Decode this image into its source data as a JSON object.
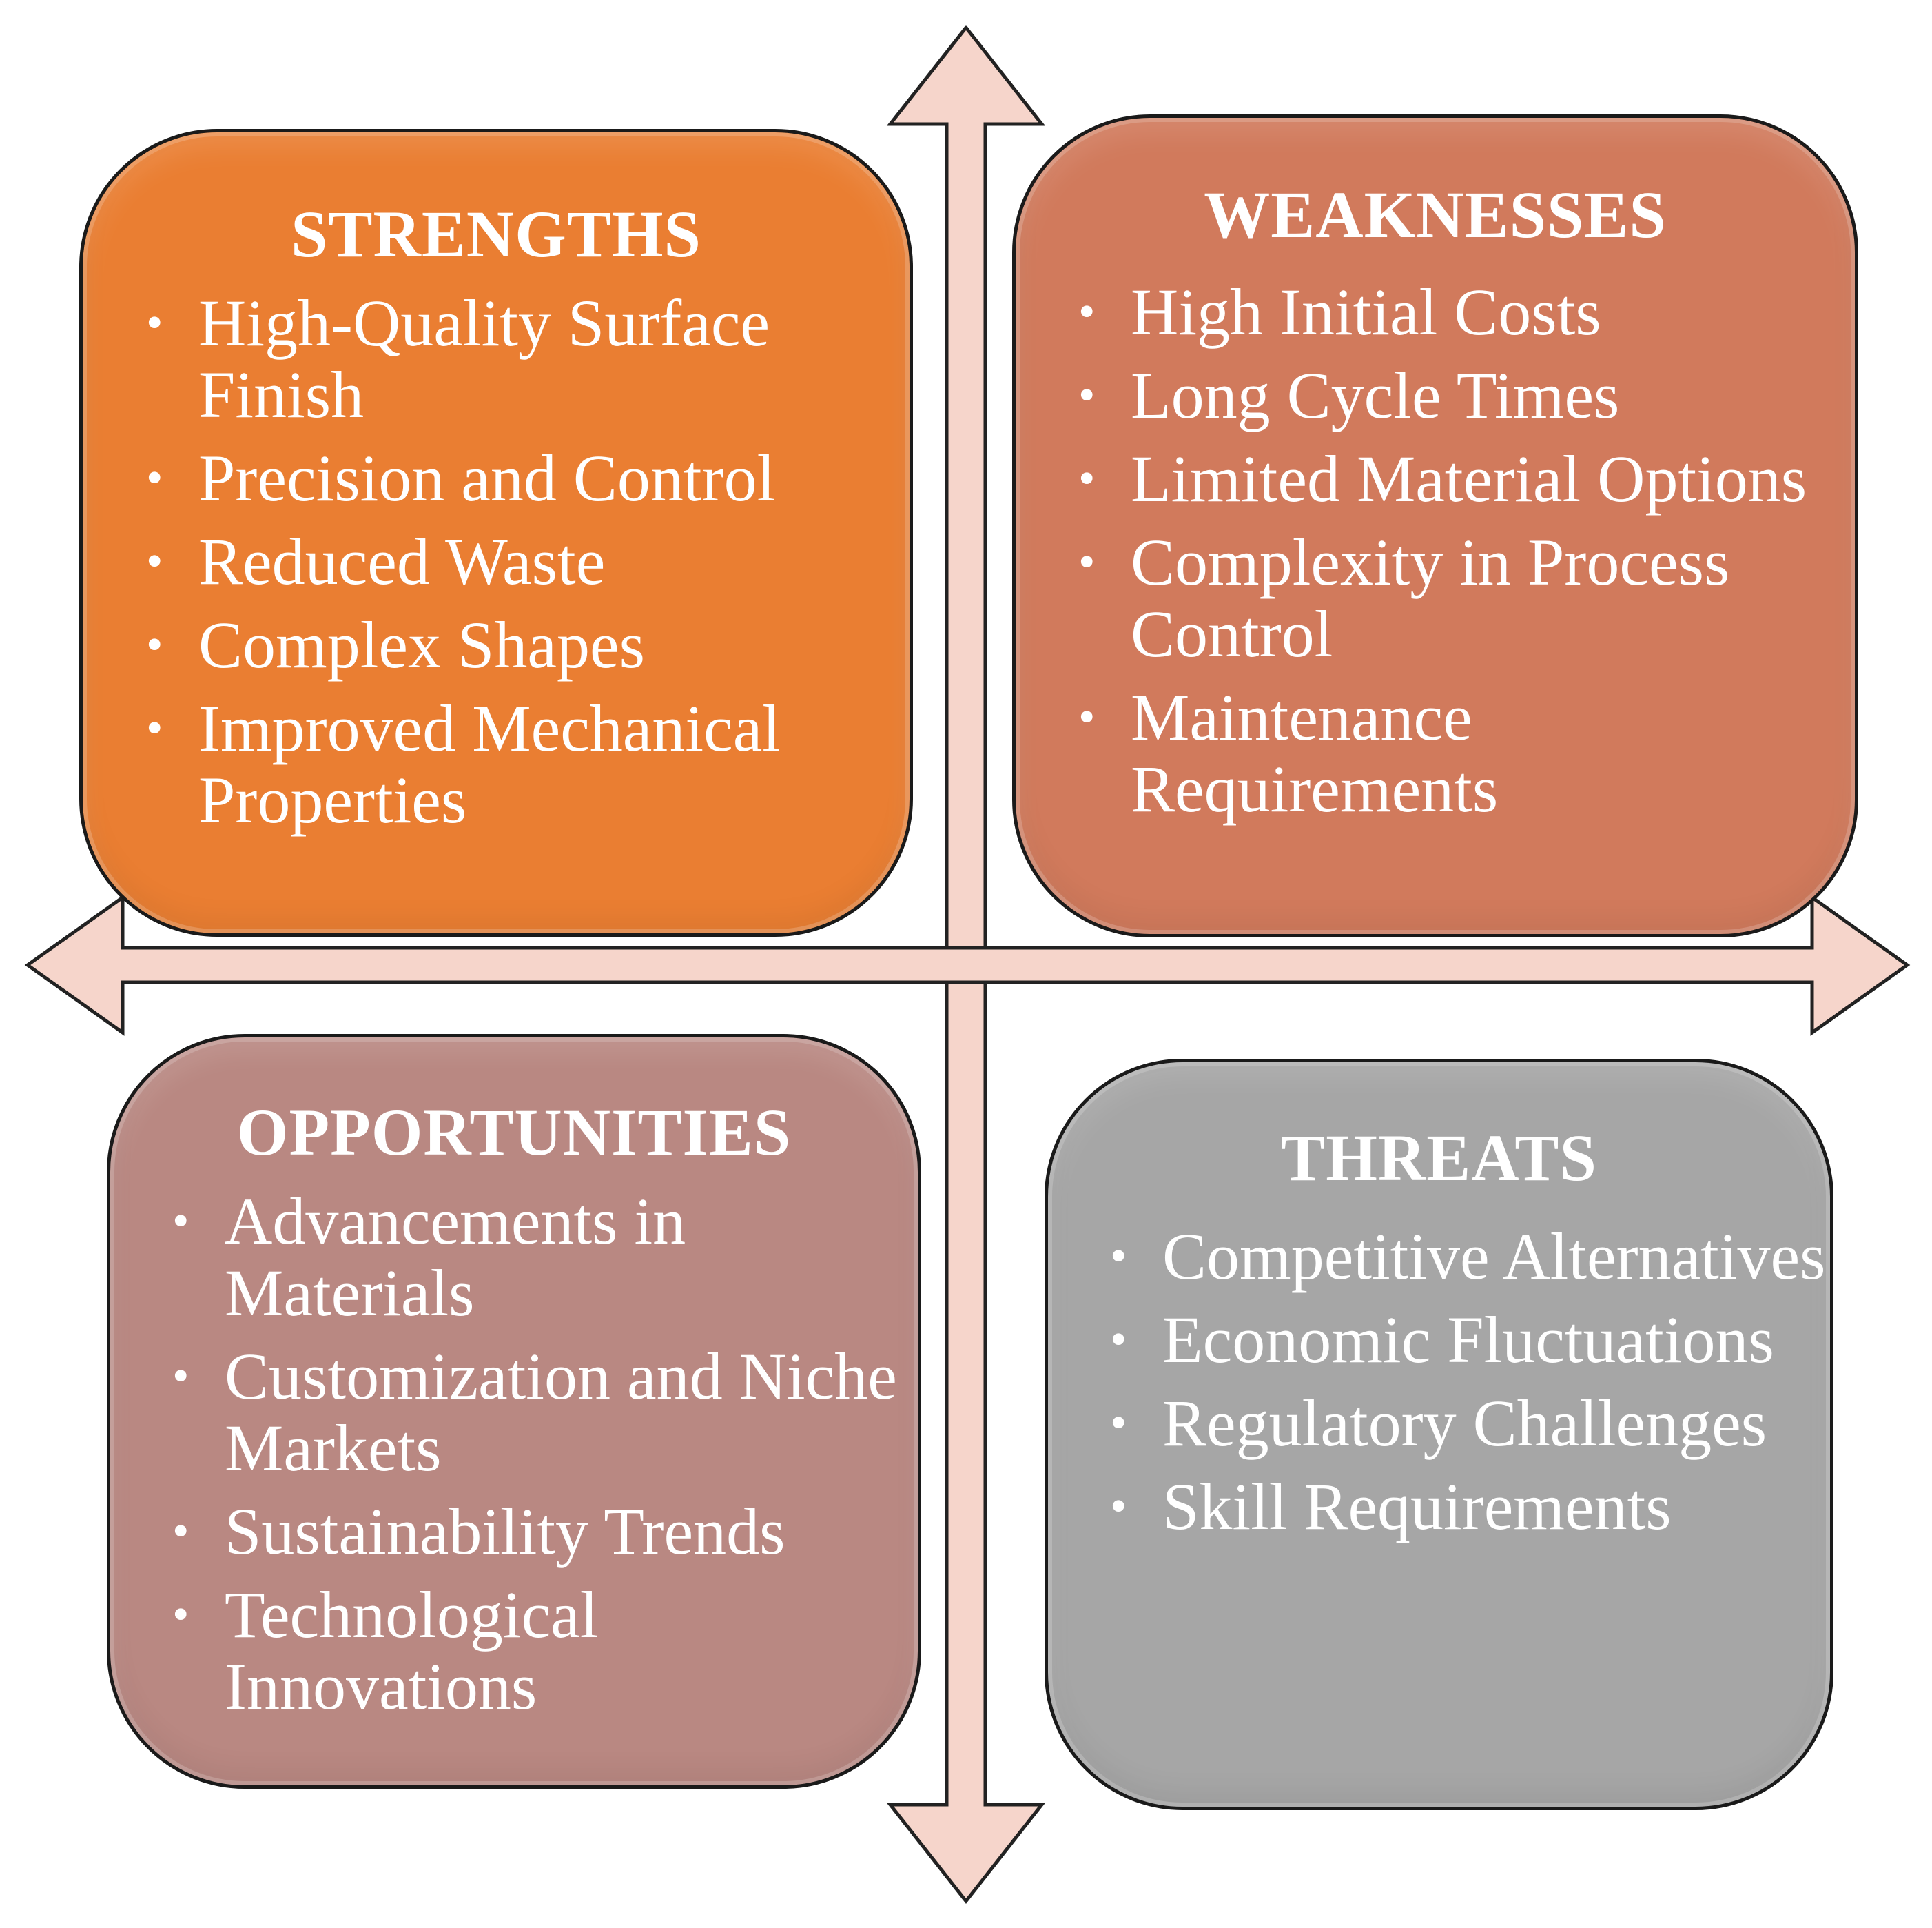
{
  "diagram": {
    "arrow_colors": {
      "fill": "#f6d5cb",
      "stroke": "#222222"
    },
    "quadrants": [
      {
        "key": "strengths",
        "title": "STRENGTHS",
        "color": "#ea7e32",
        "items": [
          "High-Quality Surface Finish",
          "Precision and Control",
          "Reduced Waste",
          "Complex Shapes",
          "Improved Mechanical Properties"
        ]
      },
      {
        "key": "weaknesses",
        "title": "WEAKNESSES",
        "color": "#d17a5c",
        "items": [
          "High Initial Costs",
          "Long Cycle Times",
          "Limited Material Options",
          "Complexity in Process Control",
          "Maintenance Requirements"
        ]
      },
      {
        "key": "opportunities",
        "title": "OPPORTUNITIES",
        "color": "#b98882",
        "items": [
          "Advancements in Materials",
          "Customization and Niche Markets",
          "Sustainability Trends",
          "Technological Innovations"
        ]
      },
      {
        "key": "threats",
        "title": "THREATS",
        "color": "#a6a6a6",
        "items": [
          "Competitive Alternatives",
          "Economic Fluctuations",
          "Regulatory Challenges",
          "Skill Requirements"
        ]
      }
    ]
  }
}
